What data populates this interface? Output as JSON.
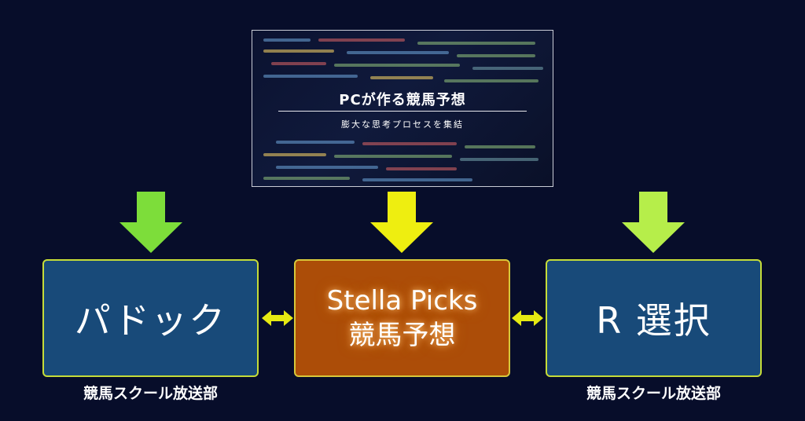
{
  "panel": {
    "title": "PCが作る競馬予想",
    "subtitle": "膨大な思考プロセスを集結"
  },
  "boxes": {
    "left": {
      "label": "パドック",
      "caption": "競馬スクール放送部"
    },
    "middle": {
      "line1": "Stella Picks",
      "line2": "競馬予想"
    },
    "right": {
      "label": "R 選択",
      "caption": "競馬スクール放送部"
    }
  },
  "colors": {
    "background": "#070d2a",
    "box_blue": "#184a79",
    "box_orange": "#ac4d08",
    "arrow_left": "#7ddd3a",
    "arrow_middle": "#eeee10",
    "arrow_right": "#b6ee4a",
    "connector": "#e6ea12"
  }
}
